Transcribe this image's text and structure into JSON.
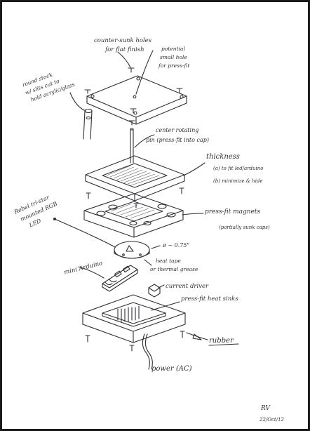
{
  "labels": {
    "countersunk": [
      "counter-sunk holes",
      "for flat finish"
    ],
    "potential_hole": [
      "potential",
      "small hole",
      "for press-fit"
    ],
    "round_stock": [
      "round stock",
      "w/ slits cut to",
      "hold acrylic/glass"
    ],
    "center_pin": [
      "center rotating",
      "pin (press-fit into cap)"
    ],
    "thickness": [
      "thickness",
      "(a) to fit led/arduino",
      "(b) minimize & hide"
    ],
    "rebel": [
      "Rebel tri-star",
      "mounted RGB",
      "LED"
    ],
    "magnets": [
      "press-fit magnets",
      "(partially sunk caps)"
    ],
    "diameter": "ø ~ 0.75\"",
    "heat_tape": [
      "heat tape",
      "or thermal grease"
    ],
    "arduino": "mini Arduino",
    "driver": "current driver",
    "heatsinks": "press-fit heat sinks",
    "rubber": "rubber",
    "power": "power (AC)",
    "signature": [
      "RV",
      "22/Oct/12"
    ]
  },
  "colors": {
    "ink": "#2f2f35",
    "paper": "#ffffff",
    "border": "#1a1a1a"
  }
}
